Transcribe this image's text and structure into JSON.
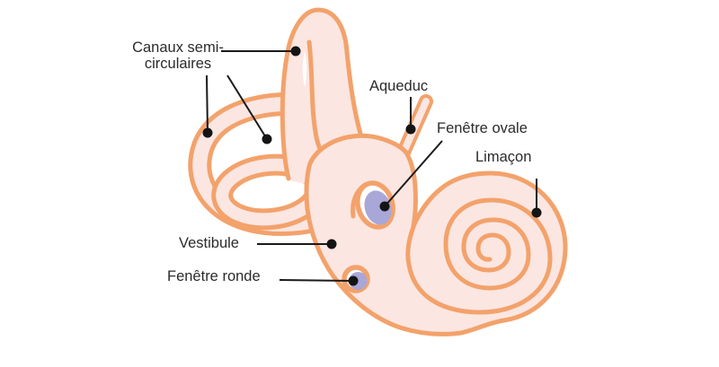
{
  "colors": {
    "outline": "#f3a26b",
    "body_fill": "#fbe6e2",
    "window_fill": "#a8a7d8",
    "text": "#2b2b2b",
    "leader": "#1a1a1a"
  },
  "labels": {
    "semicircular_canals": "Canaux semi-circulaires",
    "aqueduct": "Aqueduc",
    "oval_window": "Fenêtre ovale",
    "cochlea": "Limaçon",
    "vestibule": "Vestibule",
    "round_window": "Fenêtre ronde"
  }
}
